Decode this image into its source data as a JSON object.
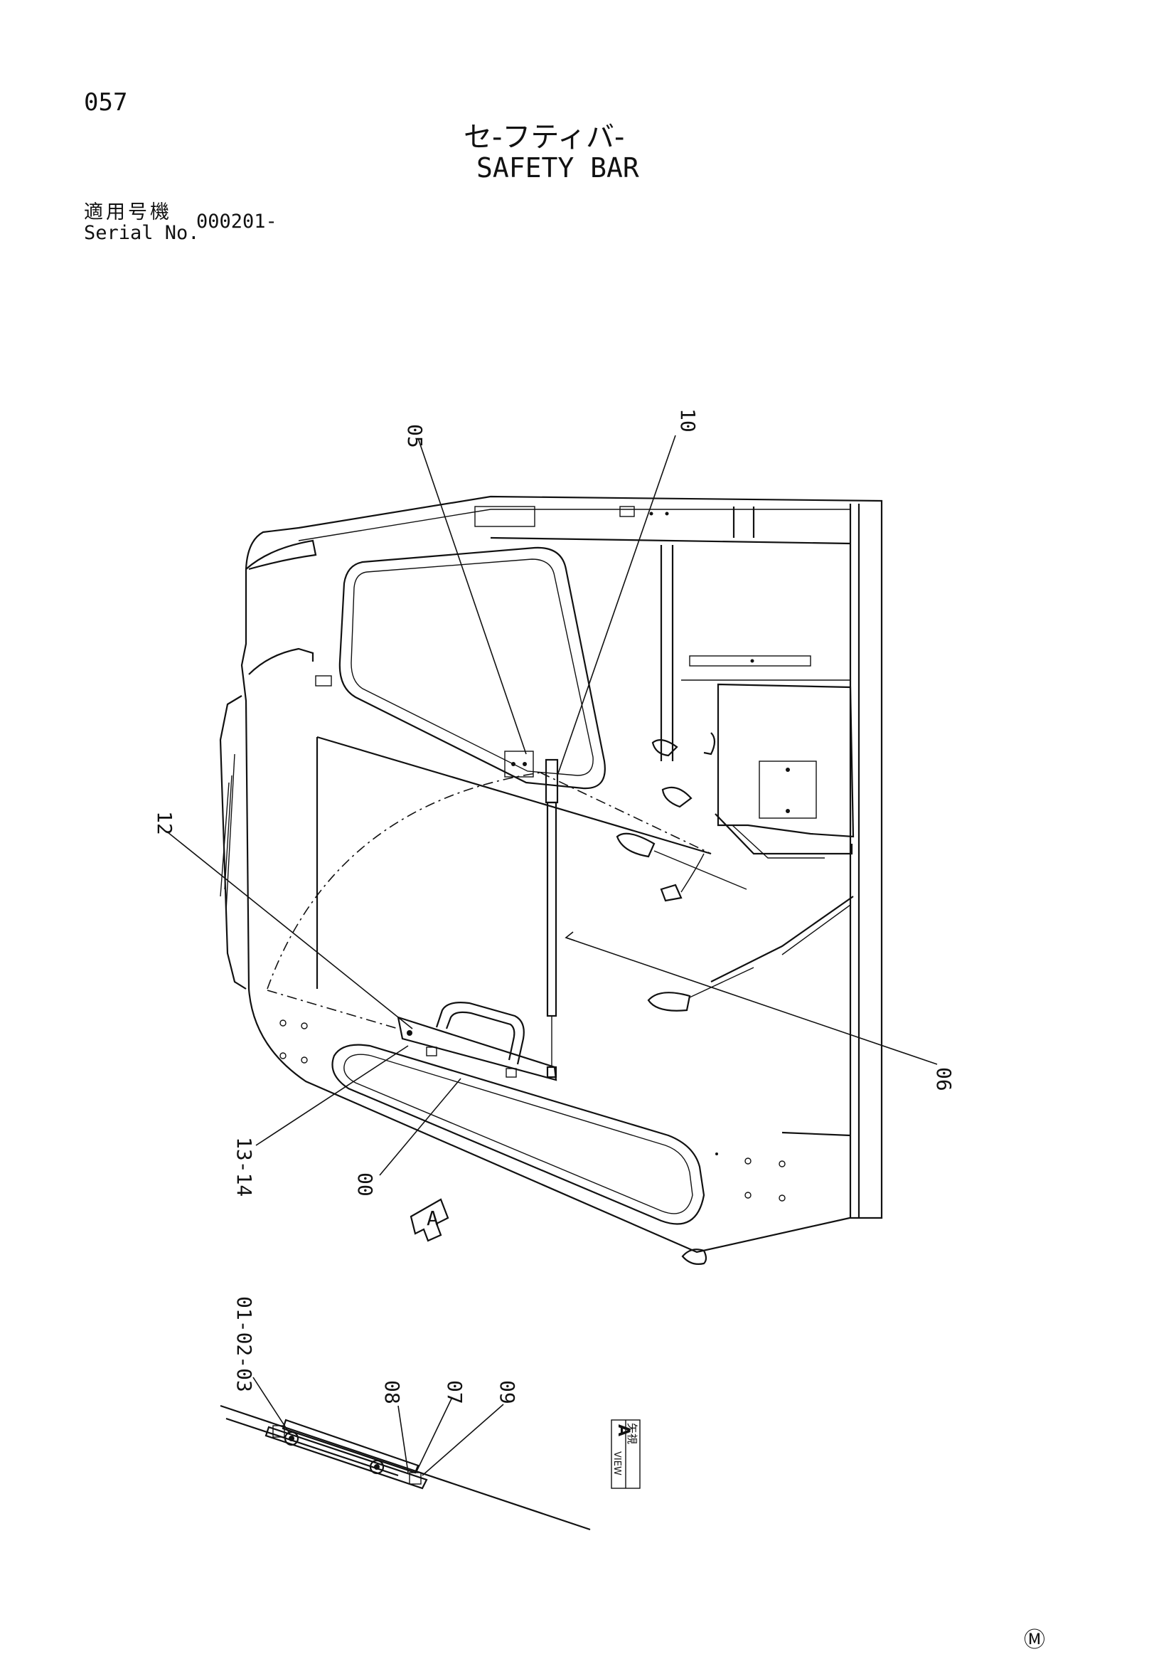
{
  "page_number": "057",
  "title_jp": "セ-フティバ-",
  "title_en": "SAFETY BAR",
  "serial": {
    "label_jp": "適用号機",
    "label_en": "Serial No.",
    "value": "000201-"
  },
  "view_marker": {
    "letter": "A"
  },
  "view_label": {
    "jp": "矢視",
    "en": "VIEW",
    "letter": "A"
  },
  "callouts": {
    "c05": "05",
    "c10": "10",
    "c12": "12",
    "c06": "06",
    "c1314": "13-14",
    "c00": "00",
    "c010203": "01-02-03",
    "c08": "08",
    "c07": "07",
    "c09": "09"
  },
  "brand_mark": "Ⓜ"
}
